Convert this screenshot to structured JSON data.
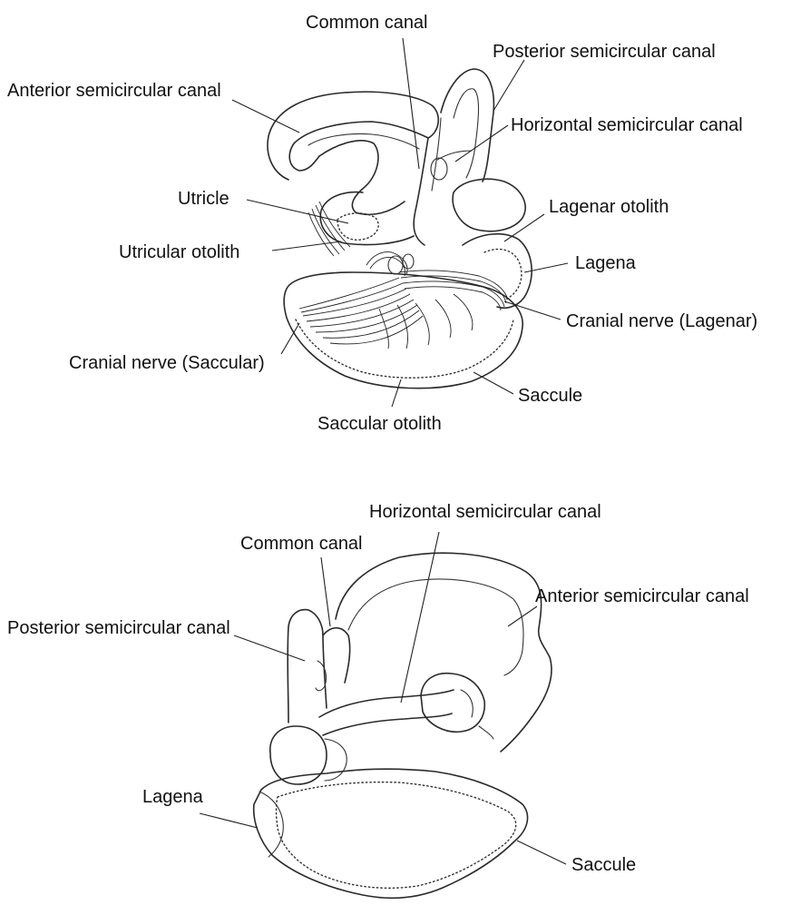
{
  "figure_top": {
    "labels": {
      "common_canal": "Common canal",
      "posterior_canal": "Posterior semicircular canal",
      "anterior_canal": "Anterior semicircular canal",
      "horizontal_canal": "Horizontal semicircular canal",
      "utricle": "Utricle",
      "lagenar_otolith": "Lagenar otolith",
      "utricular_otolith": "Utricular otolith",
      "lagena": "Lagena",
      "cranial_nerve_lagenar": "Cranial nerve (Lagenar)",
      "cranial_nerve_saccular": "Cranial nerve (Saccular)",
      "saccule": "Saccule",
      "saccular_otolith": "Saccular otolith"
    }
  },
  "figure_bottom": {
    "labels": {
      "horizontal_canal": "Horizontal semicircular canal",
      "common_canal": "Common canal",
      "anterior_canal": "Anterior semicircular canal",
      "posterior_canal": "Posterior semicircular canal",
      "lagena": "Lagena",
      "saccule": "Saccule"
    }
  },
  "colors": {
    "ink": "#2a2a2a",
    "background": "#ffffff"
  }
}
